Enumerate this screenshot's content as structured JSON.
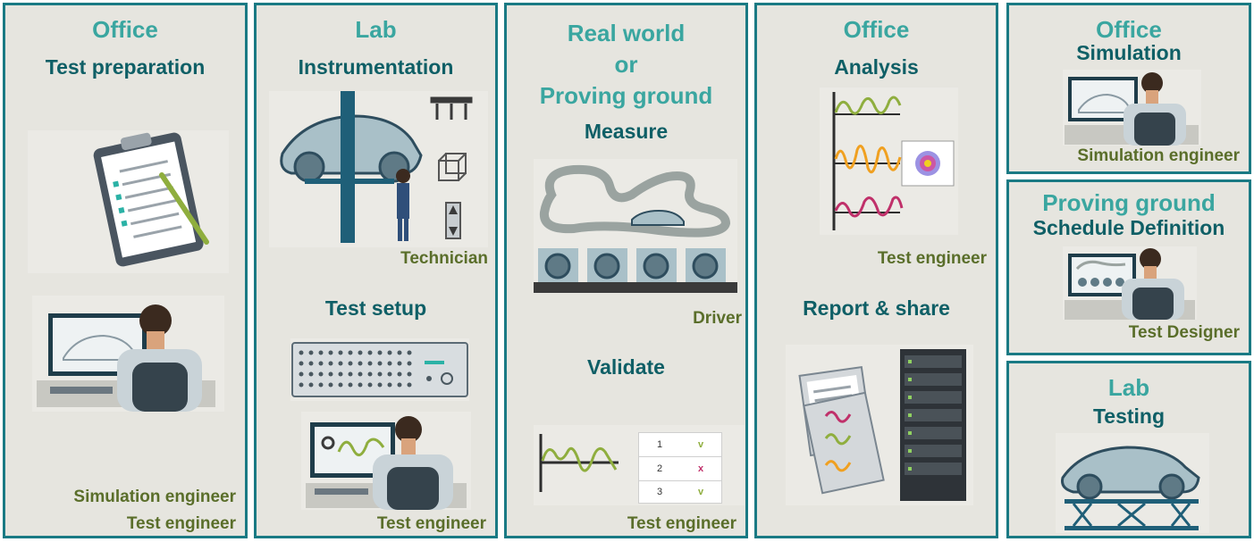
{
  "colors": {
    "panel_bg": "#e6e5df",
    "border": "#1a7a84",
    "location_text": "#3aa6a0",
    "activity_text": "#0f5f66",
    "role_text": "#5a6e2a"
  },
  "col1": {
    "location": "Office",
    "activity": "Test preparation",
    "role1": "Simulation engineer",
    "role2": "Test engineer"
  },
  "col2": {
    "location": "Lab",
    "activity1": "Instrumentation",
    "role1": "Technician",
    "activity2": "Test setup",
    "role2": "Test engineer"
  },
  "col3": {
    "location_line1": "Real world",
    "location_line2": "or",
    "location_line3": "Proving ground",
    "activity1": "Measure",
    "role1": "Driver",
    "activity2": "Validate",
    "role2": "Test engineer",
    "table": [
      {
        "n": "1",
        "mark": "v"
      },
      {
        "n": "2",
        "mark": "x"
      },
      {
        "n": "3",
        "mark": "v"
      }
    ]
  },
  "col4": {
    "location": "Office",
    "activity1": "Analysis",
    "role1": "Test engineer",
    "activity2": "Report & share"
  },
  "col5": {
    "box1": {
      "location": "Office",
      "activity": "Simulation",
      "role": "Simulation engineer"
    },
    "box2": {
      "location": "Proving ground",
      "activity": "Schedule Definition",
      "role": "Test Designer"
    },
    "box3": {
      "location": "Lab",
      "activity": "Testing"
    }
  }
}
